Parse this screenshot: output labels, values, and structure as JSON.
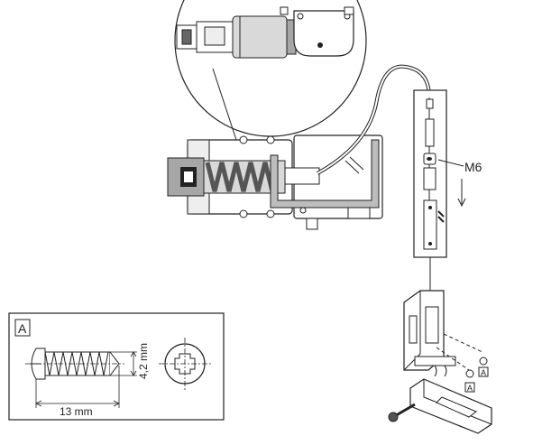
{
  "labels": {
    "thread_size": "M6",
    "detail_letter": "A",
    "screw_length": "13 mm",
    "screw_diameter": "4,2 mm",
    "bracket_marker_1": "A",
    "bracket_marker_2": "A"
  },
  "colors": {
    "line": "#222222",
    "light_gray": "#d9d9d9",
    "mid_gray": "#a6a6a6",
    "dark_gray": "#555555"
  }
}
